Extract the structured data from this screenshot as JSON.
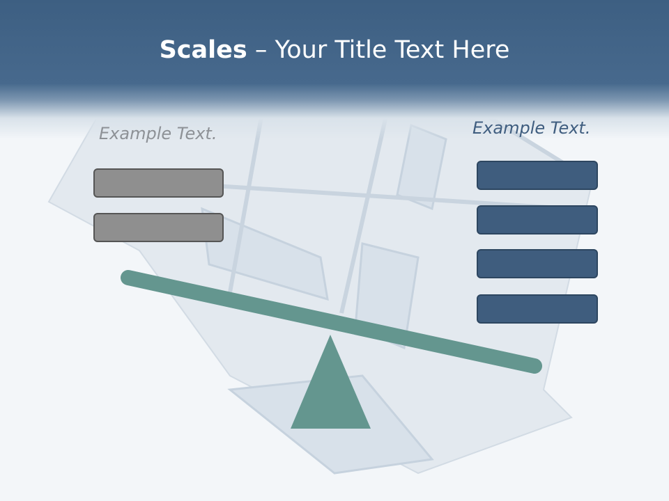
{
  "slide": {
    "title_bold": "Scales",
    "title_rest": " – Your Title Text Here",
    "left_label": "Example Text.",
    "right_label": "Example Text."
  },
  "colors": {
    "header": "#3d5f82",
    "gray_box": "#8f8f8f",
    "blue_box": "#3f5d7e",
    "beam": "#64968f"
  },
  "left_boxes": [
    "",
    ""
  ],
  "right_boxes": [
    "",
    "",
    "",
    ""
  ]
}
